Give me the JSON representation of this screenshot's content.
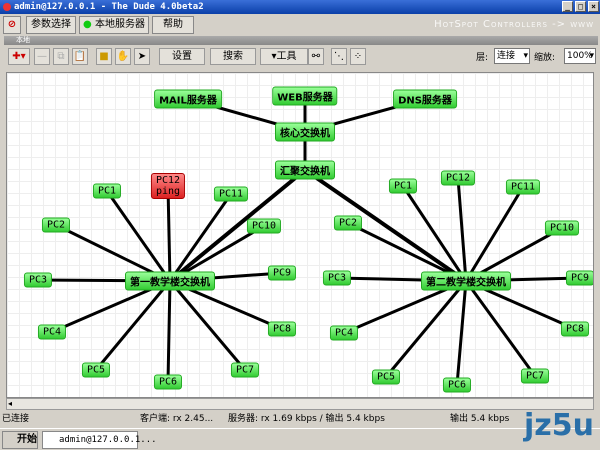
{
  "window": {
    "title": "admin@127.0.0.1 - The Dude 4.0beta2",
    "subwindow_title": "本地"
  },
  "menu": {
    "prefs": "参数选择",
    "local_server": "本地服务器",
    "help": "帮助",
    "brand": "HotSpot Controllers -> www"
  },
  "toolbar": {
    "settings": "设置",
    "search": "搜索",
    "tools": "▾工具",
    "layer_label": "层:",
    "layer_value": "连接",
    "zoom_label": "缩放:",
    "zoom_value": "100%"
  },
  "colors": {
    "node": "#33cc33",
    "alert": "#dd2222",
    "link": "#000000"
  },
  "nodes": [
    {
      "id": "mail",
      "label": "MAIL服务器"
    },
    {
      "id": "web",
      "label": "WEB服务器"
    },
    {
      "id": "dns",
      "label": "DNS服务器"
    },
    {
      "id": "core",
      "label": "核心交换机"
    },
    {
      "id": "agg",
      "label": "汇聚交换机"
    },
    {
      "id": "sw1",
      "label": "第一教学楼交换机"
    },
    {
      "id": "sw2",
      "label": "第二教学楼交换机"
    },
    {
      "id": "a12",
      "label": "PC12",
      "sub": "ping",
      "status": "down"
    },
    {
      "id": "a1",
      "label": "PC1"
    },
    {
      "id": "a11",
      "label": "PC11"
    },
    {
      "id": "a2",
      "label": "PC2"
    },
    {
      "id": "a10",
      "label": "PC10"
    },
    {
      "id": "a3",
      "label": "PC3"
    },
    {
      "id": "a9",
      "label": "PC9"
    },
    {
      "id": "a4",
      "label": "PC4"
    },
    {
      "id": "a8",
      "label": "PC8"
    },
    {
      "id": "a5",
      "label": "PC5"
    },
    {
      "id": "a6",
      "label": "PC6"
    },
    {
      "id": "a7",
      "label": "PC7"
    },
    {
      "id": "b1",
      "label": "PC1"
    },
    {
      "id": "b12",
      "label": "PC12"
    },
    {
      "id": "b11",
      "label": "PC11"
    },
    {
      "id": "b2",
      "label": "PC2"
    },
    {
      "id": "b10",
      "label": "PC10"
    },
    {
      "id": "b3",
      "label": "PC3"
    },
    {
      "id": "b9",
      "label": "PC9"
    },
    {
      "id": "b4",
      "label": "PC4"
    },
    {
      "id": "b8",
      "label": "PC8"
    },
    {
      "id": "b5",
      "label": "PC5"
    },
    {
      "id": "b6",
      "label": "PC6"
    },
    {
      "id": "b7",
      "label": "PC7"
    }
  ],
  "links": [
    [
      "mail",
      "core"
    ],
    [
      "web",
      "core"
    ],
    [
      "dns",
      "core"
    ],
    [
      "core",
      "agg"
    ],
    [
      "agg",
      "sw1"
    ],
    [
      "agg",
      "sw2"
    ],
    [
      "sw1",
      "a12"
    ],
    [
      "sw1",
      "a1"
    ],
    [
      "sw1",
      "a11"
    ],
    [
      "sw1",
      "a2"
    ],
    [
      "sw1",
      "a10"
    ],
    [
      "sw1",
      "a3"
    ],
    [
      "sw1",
      "a9"
    ],
    [
      "sw1",
      "a4"
    ],
    [
      "sw1",
      "a8"
    ],
    [
      "sw1",
      "a5"
    ],
    [
      "sw1",
      "a6"
    ],
    [
      "sw1",
      "a7"
    ],
    [
      "sw2",
      "b1"
    ],
    [
      "sw2",
      "b12"
    ],
    [
      "sw2",
      "b11"
    ],
    [
      "sw2",
      "b2"
    ],
    [
      "sw2",
      "b10"
    ],
    [
      "sw2",
      "b3"
    ],
    [
      "sw2",
      "b9"
    ],
    [
      "sw2",
      "b4"
    ],
    [
      "sw2",
      "b8"
    ],
    [
      "sw2",
      "b5"
    ],
    [
      "sw2",
      "b6"
    ],
    [
      "sw2",
      "b7"
    ]
  ],
  "status": {
    "connected": "已连接",
    "client": "客户端: rx 2.45...",
    "server": "服务器: rx 1.69 kbps / 输出 5.4 kbps",
    "out": "输出 5.4 kbps"
  },
  "taskbar": {
    "start": "开始",
    "task": "admin@127.0.0.1..."
  },
  "watermark": "jz5u"
}
